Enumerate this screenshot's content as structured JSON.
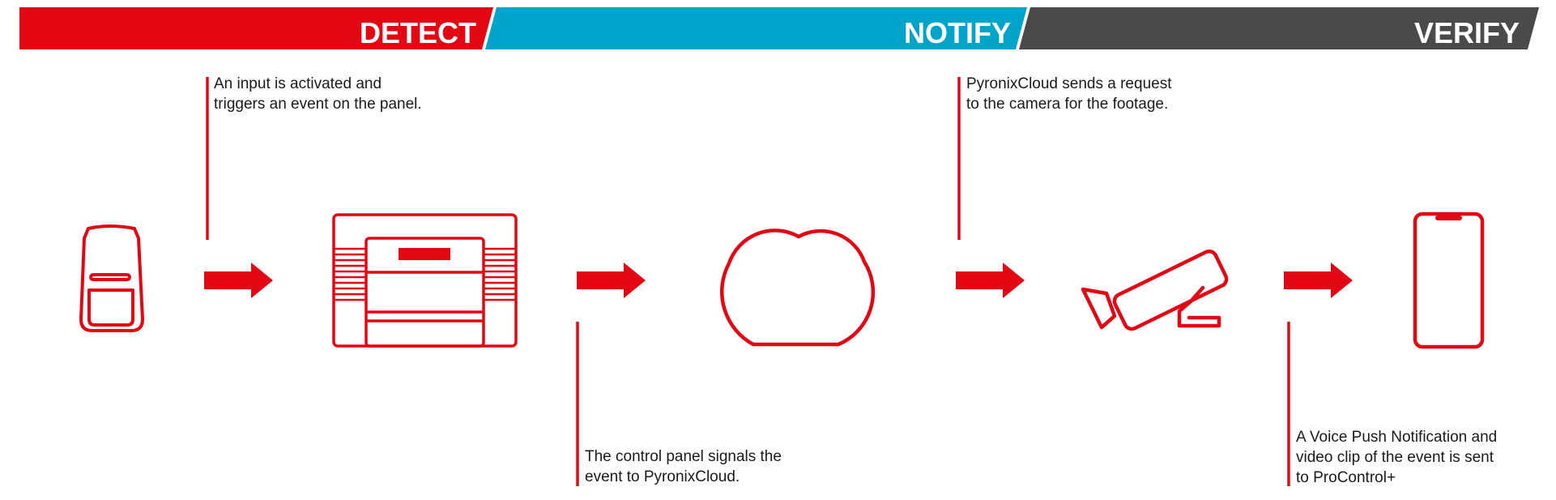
{
  "stages": [
    {
      "label": "DETECT",
      "color": "#e30613"
    },
    {
      "label": "NOTIFY",
      "color": "#00a3c9"
    },
    {
      "label": "VERIFY",
      "color": "#4a4a4a"
    }
  ],
  "colors": {
    "accent": "#e30613",
    "text": "#1a1a1a",
    "background": "#ffffff"
  },
  "icons": [
    "motion-detector-icon",
    "control-panel-icon",
    "cloud-icon",
    "cctv-camera-icon",
    "smartphone-icon"
  ],
  "captions": {
    "input": {
      "line1": "An input is activated and",
      "line2": "triggers an event on the panel."
    },
    "panel": {
      "line1": "The control panel signals the",
      "line2": "event to PyronixCloud."
    },
    "cloud": {
      "line1": "PyronixCloud sends a request",
      "line2": "to the camera for the footage."
    },
    "camera": {
      "line1": "A Voice Push Notification and",
      "line2": "video clip of the event is sent",
      "line3": "to ProControl+"
    }
  }
}
